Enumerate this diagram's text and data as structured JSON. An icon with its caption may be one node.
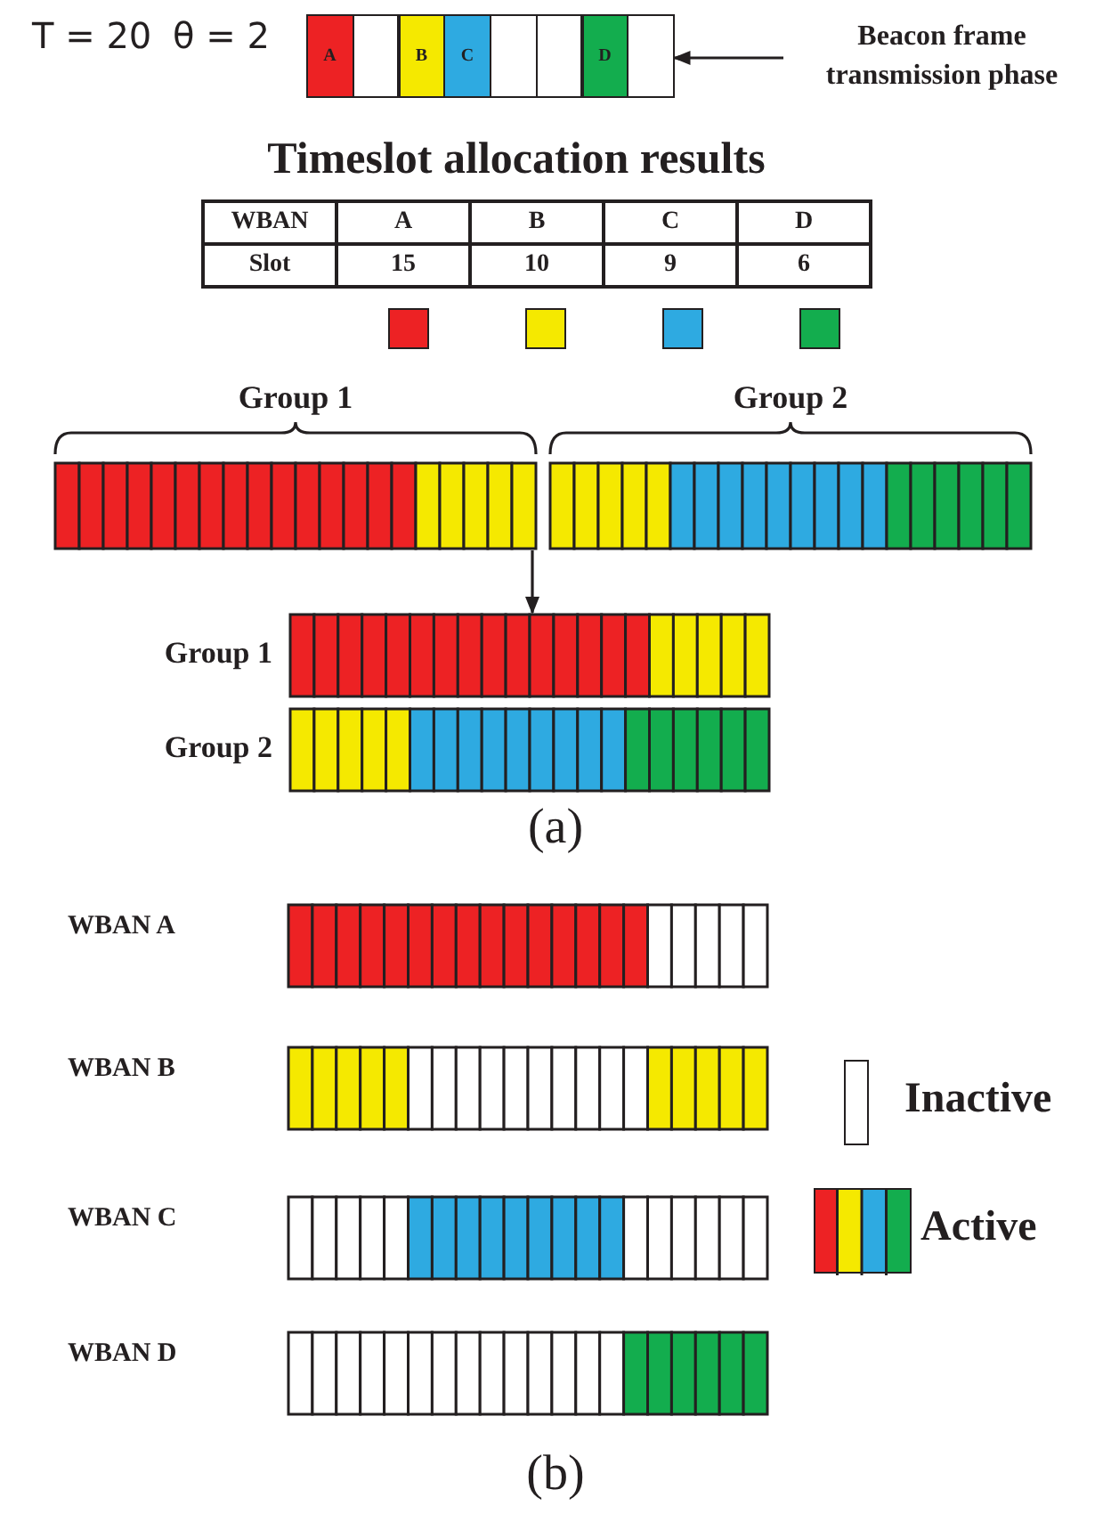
{
  "diagram": {
    "title": "Timeslot allocation results",
    "nodes": [
      {
        "text": [
          "A"
        ]
      },
      {
        "text": [],
        "shape": "box"
      },
      {
        "text": [
          "B"
        ]
      },
      {
        "text": [
          "C"
        ]
      },
      {
        "text": [],
        "shape": "box"
      },
      {
        "text": [],
        "shape": "box"
      },
      {
        "text": [
          "D"
        ]
      },
      {
        "text": [],
        "shape": "box"
      },
      {
        "text": [
          "Beacon frame transmission phase"
        ]
      },
      {
        "text": [],
        "shape": "bar",
        "beside": [
          "Group 1"
        ]
      },
      {
        "text": [],
        "shape": "bar",
        "beside": [
          "Group 2"
        ]
      },
      {
        "text": [],
        "shape": "bar",
        "beside": [
          "Group 1"
        ]
      },
      {
        "text": [],
        "shape": "bar",
        "beside": [
          "Group 2"
        ]
      },
      {
        "text": [],
        "shape": "bar"
      },
      {
        "text": [],
        "shape": "bar"
      },
      {
        "text": [],
        "shape": "bar"
      },
      {
        "text": [],
        "shape": "bar"
      }
    ],
    "edges": [
      {
        "from": 8,
        "to": 7,
        "arrow": "to"
      },
      {
        "from": 9,
        "to": 11,
        "arrow": "to"
      }
    ],
    "labels": [
      "T = 20",
      "θ = 2",
      "WBAN",
      "A",
      "B",
      "C",
      "D",
      "Slot",
      "15",
      "10",
      "9",
      "6",
      "(a)",
      "WBAN A",
      "WBAN B",
      "WBAN C",
      "WBAN D",
      "(b)"
    ],
    "legend": [
      {
        "text": "Inactive",
        "color": "#ffffff"
      },
      {
        "text": "Active"
      }
    ]
  }
}
